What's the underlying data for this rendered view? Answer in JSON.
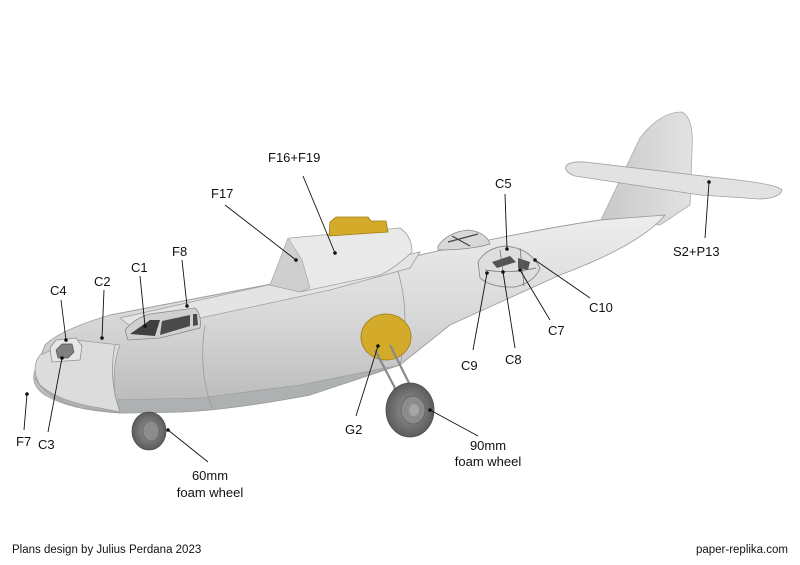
{
  "labels": {
    "f16_f19": "F16+F19",
    "f17": "F17",
    "f8": "F8",
    "c1": "C1",
    "c2": "C2",
    "c4": "C4",
    "f7": "F7",
    "c3": "C3",
    "wheel_60_line1": "60mm",
    "wheel_60_line2": "foam wheel",
    "g2": "G2",
    "wheel_90_line1": "90mm",
    "wheel_90_line2": "foam wheel",
    "c5": "C5",
    "s2_p13": "S2+P13",
    "c10": "C10",
    "c7": "C7",
    "c8": "C8",
    "c9": "C9"
  },
  "footer": {
    "credit": "Plans design by Julius Perdana 2023",
    "website": "paper-replika.com"
  },
  "colors": {
    "body": "#d9d9d9",
    "body_shade": "#bdbdbd",
    "hull_bottom": "#a9acac",
    "gold": "#d4aa2a",
    "tire": "#6e6e6e"
  }
}
